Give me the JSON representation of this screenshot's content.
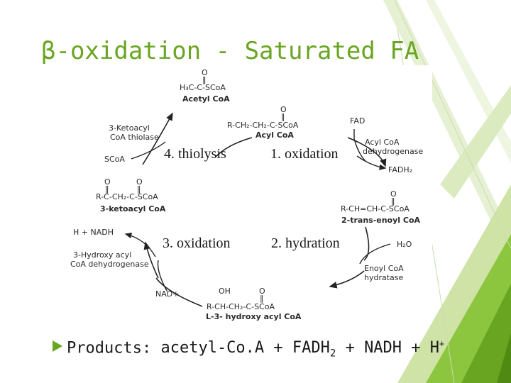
{
  "slide": {
    "title": "β-oxidation - Saturated FA",
    "accent_color": "#6aa521",
    "products": {
      "label": "Products:",
      "prefix": "acetyl-Co.A + FADH",
      "fadh_sub": "2",
      "middle": " + NADH + H",
      "h_sup": "+"
    }
  },
  "diagram": {
    "steps": {
      "thiolysis": "4. thiolysis",
      "oxidation1": "1. oxidation",
      "oxidation3": "3. oxidation",
      "hydration": "2. hydration"
    },
    "acetyl_formula": "H₃C-C-SCoA",
    "acetyl_name": "Acetyl CoA",
    "acyl_formula": "R-CH₂-CH₂-C-SCoA",
    "acyl_name": "Acyl CoA",
    "ketoacyl_formula": "R-C-CH₂-C-SCoA",
    "ketoacyl_name": "3-ketoacyl CoA",
    "enoyl_formula": "R-CH=CH-C-SCoA",
    "enoyl_name": "2-trans-enoyl CoA",
    "hydroxy_formula": "R-CH-CH₂-C-SCoA",
    "hydroxy_oh": "OH",
    "hydroxy_name": "L-3- hydroxy acyl CoA",
    "fad": "FAD",
    "fadh2": "FADH₂",
    "acyl_dh_1": "Acyl CoA",
    "acyl_dh_2": "dehydrogenase",
    "h2o": "H₂O",
    "enoyl_hyd_1": "Enoyl CoA",
    "enoyl_hyd_2": "hydratase",
    "nad": "NAD+",
    "nadh": "H + NADH",
    "hydroxy_dh_1": "3-Hydroxy acyl",
    "hydroxy_dh_2": "CoA dehydrogenase",
    "thiolase_1": "3-Ketoacyl",
    "thiolase_2": "CoA thiolase",
    "scoa": "SCoA",
    "carbonyl_o": "O",
    "double_bond": "‖"
  }
}
